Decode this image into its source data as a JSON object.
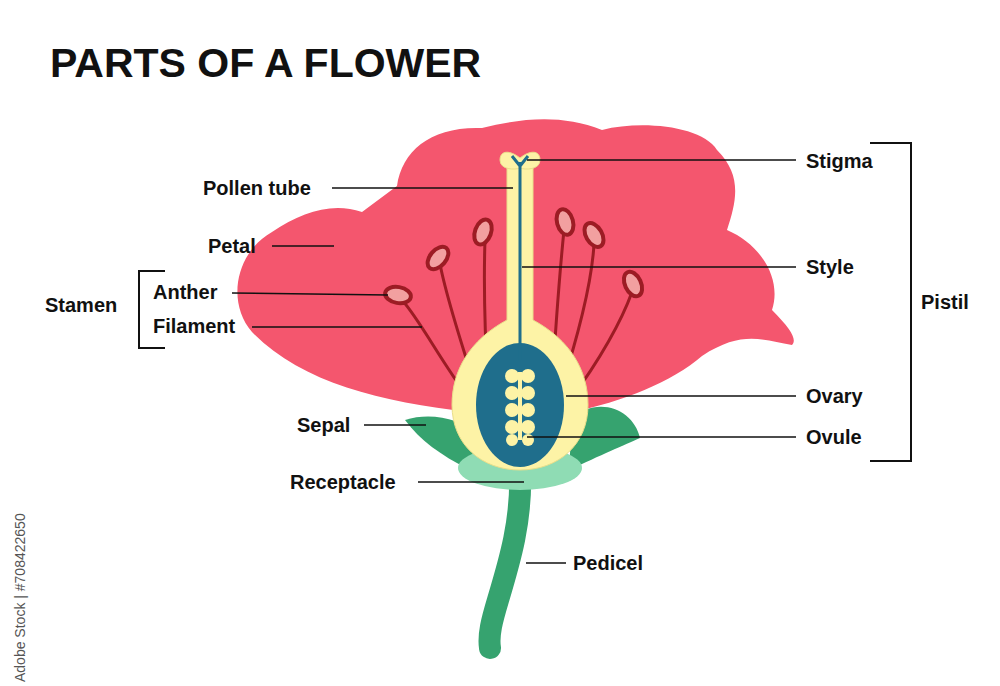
{
  "diagram": {
    "title": "PARTS OF A FLOWER",
    "labels": [
      "Pollen tube",
      "Petal",
      "Stamen",
      "Anther",
      "Filament",
      "Sepal",
      "Receptacle",
      "Stigma",
      "Style",
      "Pistil",
      "Ovary",
      "Ovule",
      "Pedicel",
      "Adobe Stock | #708422650"
    ]
  }
}
